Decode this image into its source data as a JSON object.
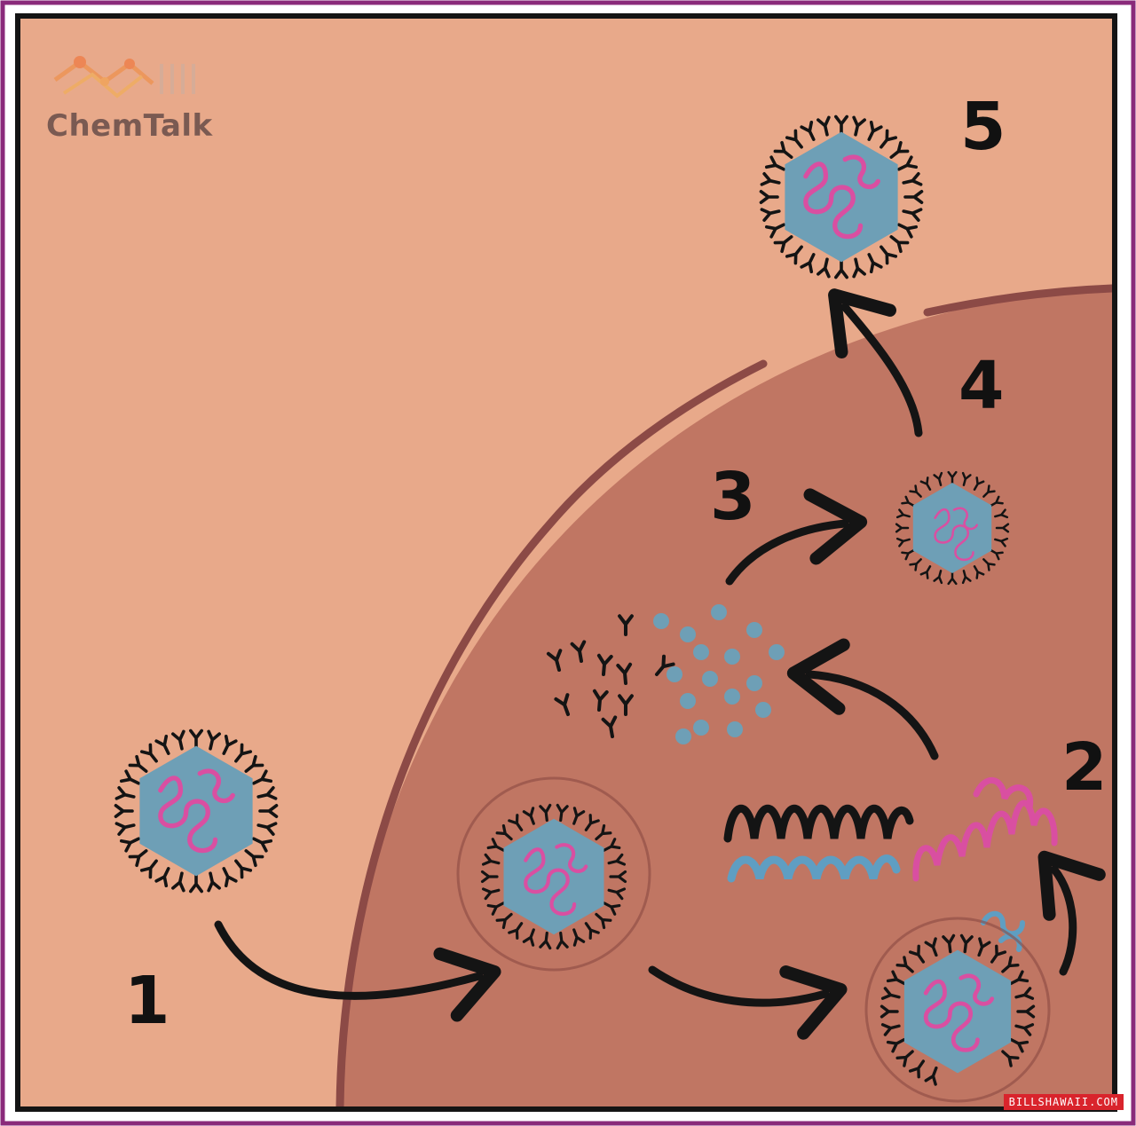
{
  "brand": {
    "name": "ChemTalk"
  },
  "steps": [
    "1",
    "2",
    "3",
    "4",
    "5"
  ],
  "credit": "BILLSHAWAII.COM",
  "icons": {
    "logo": "chemtalk-molecule-logo",
    "virus": "virus-particle-icon",
    "rna": "rna-strand-icon",
    "spike": "spike-protein-icon",
    "capsid": "capsid-protein-icon",
    "arrow": "curved-arrow-icon"
  },
  "colors": {
    "border": "#8a2a7a",
    "outside": "#e8a98a",
    "cell": "#c07663",
    "membrane": "#8c4a46",
    "virus": "#6e9fb6",
    "rna_pink": "#d94fa1",
    "rna_blue": "#5f9ec2",
    "ink": "#141414"
  }
}
